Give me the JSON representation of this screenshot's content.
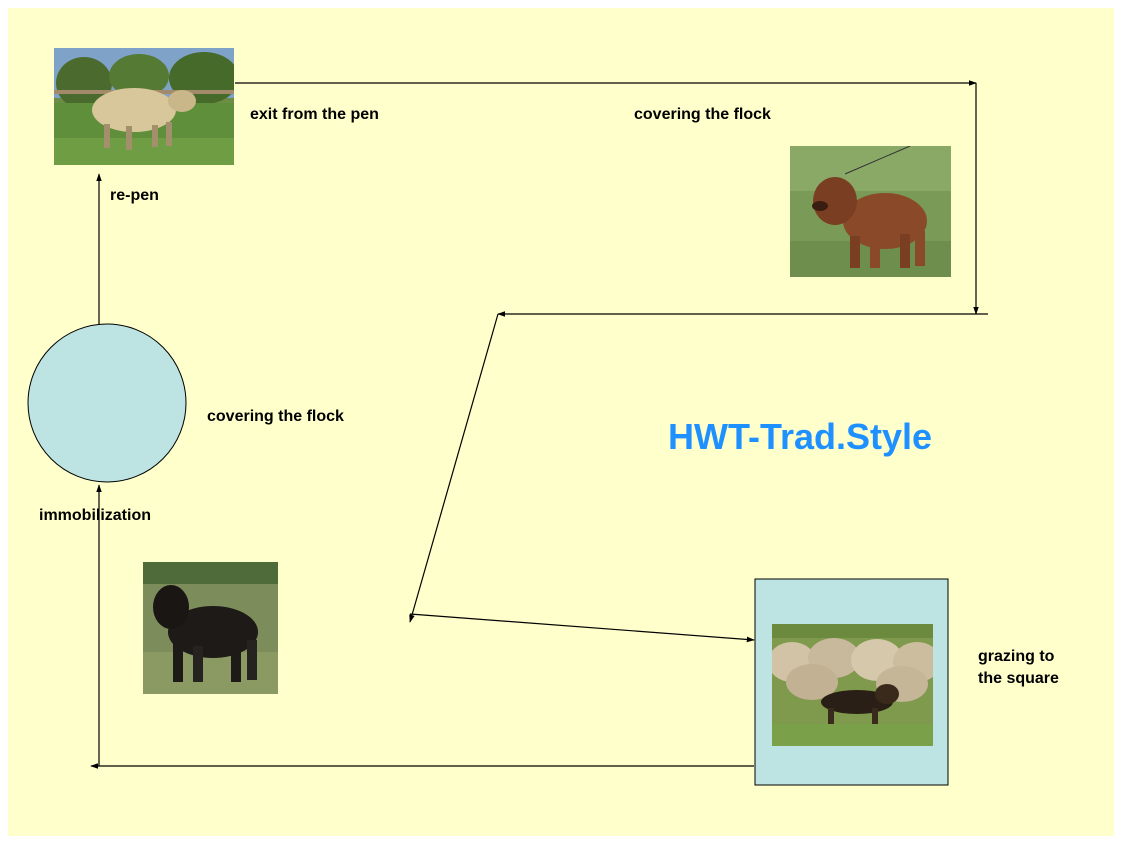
{
  "title": "HWT-Trad.Style",
  "labels": {
    "exit_from_pen": "exit from the pen",
    "covering_top": "covering the flock",
    "re_pen": "re-pen",
    "covering_mid": "covering the flock",
    "immobilization": "immobilization",
    "grazing_line1": "grazing to",
    "grazing_line2": "the square"
  },
  "colors": {
    "background": "#ffffcc",
    "title": "#1e90ff",
    "shape_fill": "#bde3e3",
    "line": "#000000"
  },
  "photos": {
    "sheep": "sheep-photo",
    "brown_dog": "briard-dog-photo",
    "black_dog": "corded-black-dog-photo",
    "herding": "dog-herding-flock-photo"
  }
}
